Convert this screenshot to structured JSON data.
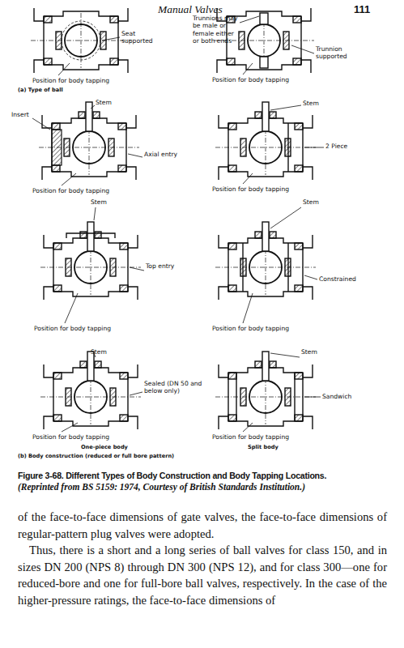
{
  "diagram": {
    "caption": "Figure 3-68. Different Types of Body Construction and Body Tapping Locations.",
    "labels": [
      "Manual Valves",
      "111",
      "Seat supported",
      "Trunnions may be male or female either or both ends",
      "Trunnion supported",
      "Position for body tapping",
      "(a) Type of ball",
      "Position for body tapping",
      "Insert",
      "Stem",
      "Axial entry",
      "Position for body tapping",
      "Stem",
      "2 Piece",
      "Position for body tapping",
      "Stem",
      "Top entry",
      "Position for body tapping",
      "Stem",
      "Constrained",
      "Position for body tapping",
      "Stem",
      "Sealed (DN 50 and below only)",
      "Position for body tapping",
      "One-piece body",
      "(b) Body construction (reduced or full bore pattern)",
      "Stem",
      "Sandwich",
      "Position for body tapping",
      "Split body",
      "(Reprinted from BS 5159: 1974, Courtesy of British Standards Institution.)",
      "of the face-to-face dimensions of gate valves, the face-to-face dimensions of regular-pattern plug valves were adopted.",
      "Thus, there is a short and a long series of ball valves for class 150, and in sizes DN 200 (NPS 8) through DN 300 (NPS 12), and for class 300—one for reduced-bore and one for full-bore ball valves, respectively. In the case of the higher-pressure ratings, the face-to-face dimensions of"
    ]
  }
}
